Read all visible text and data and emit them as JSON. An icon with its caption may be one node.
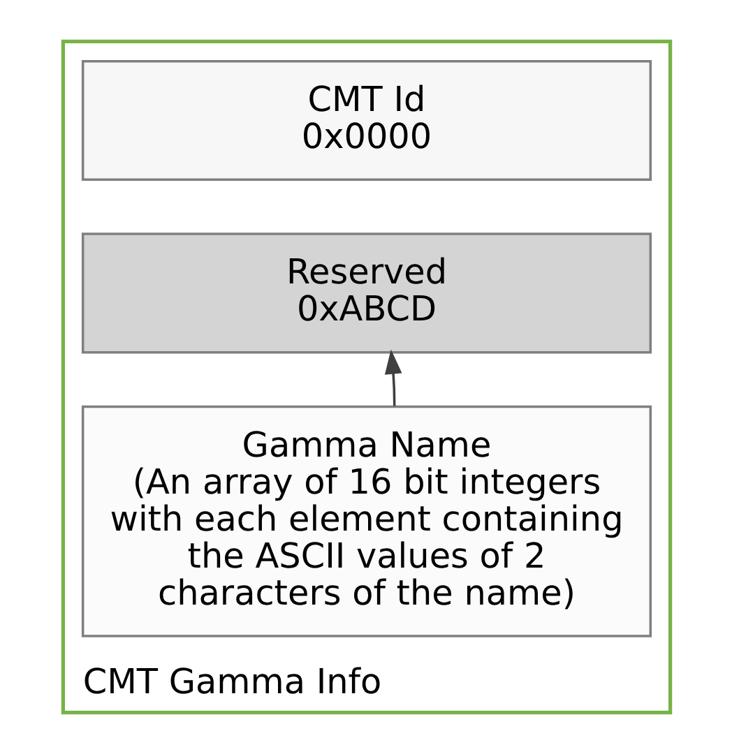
{
  "diagram": {
    "nodes": [
      {
        "text": [
          "CMT Gamma Info"
        ]
      },
      {
        "text": [
          "CMT Id",
          "0x0000"
        ],
        "in": 0
      },
      {
        "text": [
          "Reserved",
          "0xABCD"
        ],
        "in": 0
      },
      {
        "text": [
          "Gamma Name",
          "(An array of 16 bit integers with each element containing the ASCII values of 2 characters of the name)"
        ],
        "in": 0
      }
    ],
    "edges": [
      {
        "from": 3,
        "to": 2,
        "arrow": "to"
      }
    ]
  }
}
